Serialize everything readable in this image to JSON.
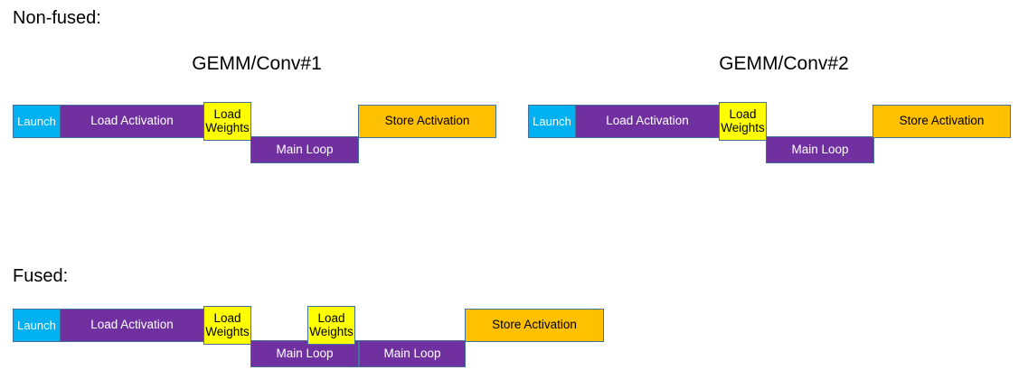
{
  "diagram": {
    "title_nonfused": "Non-fused:",
    "title_fused": "Fused:",
    "colors": {
      "launch": "#00B0F0",
      "load_activation": "#7030A0",
      "load_weights": "#FFFF00",
      "main_loop": "#7030A0",
      "store_activation": "#FFC000",
      "border": "#41719C",
      "background": "#FFFFFF",
      "text_dark": "#000000",
      "text_light": "#FFFFFF"
    },
    "labels": {
      "launch": "Launch",
      "load_activation": "Load Activation",
      "load_weights_line1": "Load",
      "load_weights_line2": "Weights",
      "main_loop": "Main Loop",
      "store_activation": "Store Activation"
    },
    "nonfused": {
      "groups": [
        {
          "heading": "GEMM/Conv#1",
          "blocks": [
            {
              "name": "launch",
              "label": "Launch",
              "row": "top"
            },
            {
              "name": "load-activation",
              "label": "Load Activation",
              "row": "top"
            },
            {
              "name": "load-weights",
              "label": "Load Weights",
              "row": "top"
            },
            {
              "name": "main-loop",
              "label": "Main Loop",
              "row": "bottom"
            },
            {
              "name": "store-activation",
              "label": "Store Activation",
              "row": "top"
            }
          ]
        },
        {
          "heading": "GEMM/Conv#2",
          "blocks": [
            {
              "name": "launch",
              "label": "Launch",
              "row": "top"
            },
            {
              "name": "load-activation",
              "label": "Load Activation",
              "row": "top"
            },
            {
              "name": "load-weights",
              "label": "Load Weights",
              "row": "top"
            },
            {
              "name": "main-loop",
              "label": "Main Loop",
              "row": "bottom"
            },
            {
              "name": "store-activation",
              "label": "Store Activation",
              "row": "top"
            }
          ]
        }
      ]
    },
    "fused": {
      "blocks": [
        {
          "name": "launch",
          "label": "Launch",
          "row": "top"
        },
        {
          "name": "load-activation",
          "label": "Load Activation",
          "row": "top"
        },
        {
          "name": "load-weights-1",
          "label": "Load Weights",
          "row": "top"
        },
        {
          "name": "main-loop-1",
          "label": "Main Loop",
          "row": "bottom"
        },
        {
          "name": "load-weights-2",
          "label": "Load Weights",
          "row": "top"
        },
        {
          "name": "main-loop-2",
          "label": "Main Loop",
          "row": "bottom"
        },
        {
          "name": "store-activation",
          "label": "Store Activation",
          "row": "top"
        }
      ]
    }
  }
}
